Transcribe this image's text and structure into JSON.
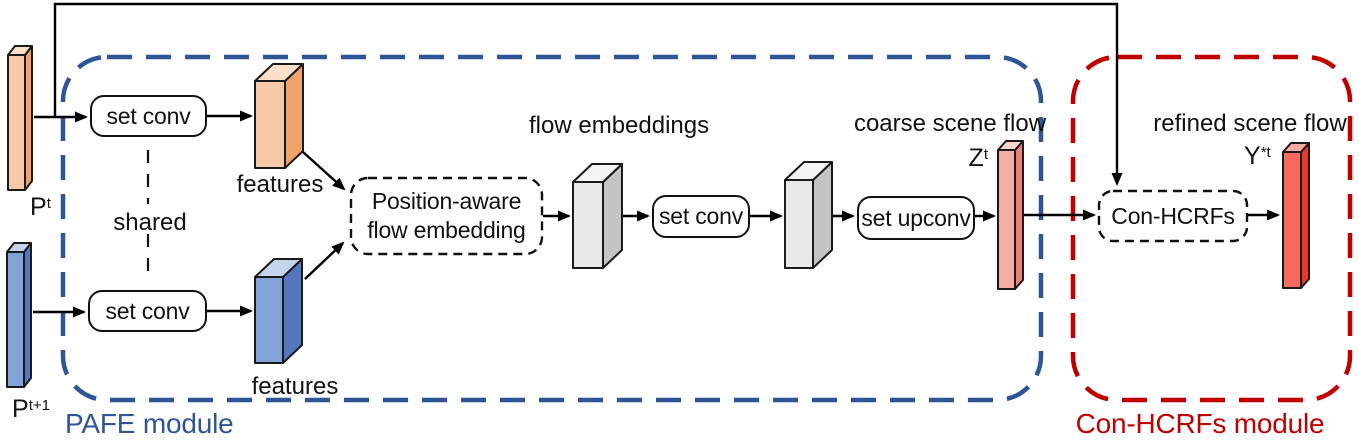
{
  "colors": {
    "pafe_border": "#2F5597",
    "conhcrfs_border": "#C00000",
    "line": "#000000",
    "orange_front": "#F6C9A8",
    "orange_side": "#EFA36B",
    "orange_top": "#FAE0CB",
    "blue_front": "#82A2D8",
    "blue_side": "#5577BF",
    "blue_top": "#C5D3EC",
    "gray_front": "#E8E8E8",
    "gray_side": "#C4C4C4",
    "gray_top": "#F4F4F4",
    "salmon_front": "#F5AFA5",
    "salmon_side": "#E98377",
    "salmon_top": "#FAD4CD",
    "red_front": "#F8695E",
    "red_side": "#E73A2D",
    "red_top": "#FBABA2"
  },
  "modules": {
    "pafe": {
      "label": "PAFE module"
    },
    "con_hcrfs": {
      "label": "Con-HCRFs module"
    }
  },
  "nodes": {
    "set_conv_1": {
      "label": "set conv"
    },
    "set_conv_2": {
      "label": "set conv"
    },
    "set_conv_3": {
      "label": "set conv"
    },
    "set_upconv": {
      "label": "set upconv"
    },
    "pafe_block": {
      "line1": "Position-aware",
      "line2": "flow embedding"
    },
    "con_hcrfs_block": {
      "label": "Con-HCRFs"
    }
  },
  "tensors": {
    "pt": {
      "base": "P",
      "sup": "t"
    },
    "pt1": {
      "base": "P",
      "sup": "t+1"
    },
    "zt": {
      "base": "Z",
      "sup": "t"
    },
    "yt": {
      "base": "Y",
      "sup": "*t"
    }
  },
  "labels": {
    "shared": "shared",
    "features_top": "features",
    "features_bottom": "features",
    "flow_embeddings": "flow embeddings",
    "coarse_scene_flow": "coarse scene flow",
    "refined_scene_flow": "refined scene flow"
  }
}
